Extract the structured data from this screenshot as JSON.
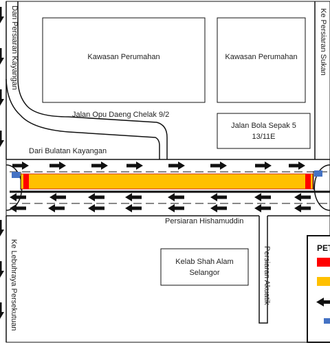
{
  "roads": {
    "left_vertical": "Dari Persiaran Kayangan",
    "opu_daeng": "Jalan Opu Daeng Chelak 9/2",
    "bulatan": "Dari Bulatan Kayangan",
    "sukan": "Ke Persiaran Sukan",
    "hishamuddin": "Persiaran Hishamuddin",
    "akuatik": "Persiaran Akuatik",
    "lebuhraya": "Ke Lebuhraya Persekutuan"
  },
  "places": {
    "perumahan_1": "Kawasan Perumahan",
    "perumahan_2": "Kawasan Perumahan",
    "bola_sepak_line1": "Jalan Bola Sepak 5",
    "bola_sepak_line2": "13/11E",
    "kelab_line1": "Kelab Shah Alam",
    "kelab_line2": "Selangor"
  },
  "legend": {
    "title_fragment": "PET",
    "colors": {
      "red": "#ff0000",
      "yellow": "#ffc000",
      "blue": "#4472c4"
    }
  },
  "colors": {
    "closure_fill": "#ffc000",
    "closure_end": "#ff0000",
    "flag": "#4472c4",
    "line": "#111111"
  }
}
